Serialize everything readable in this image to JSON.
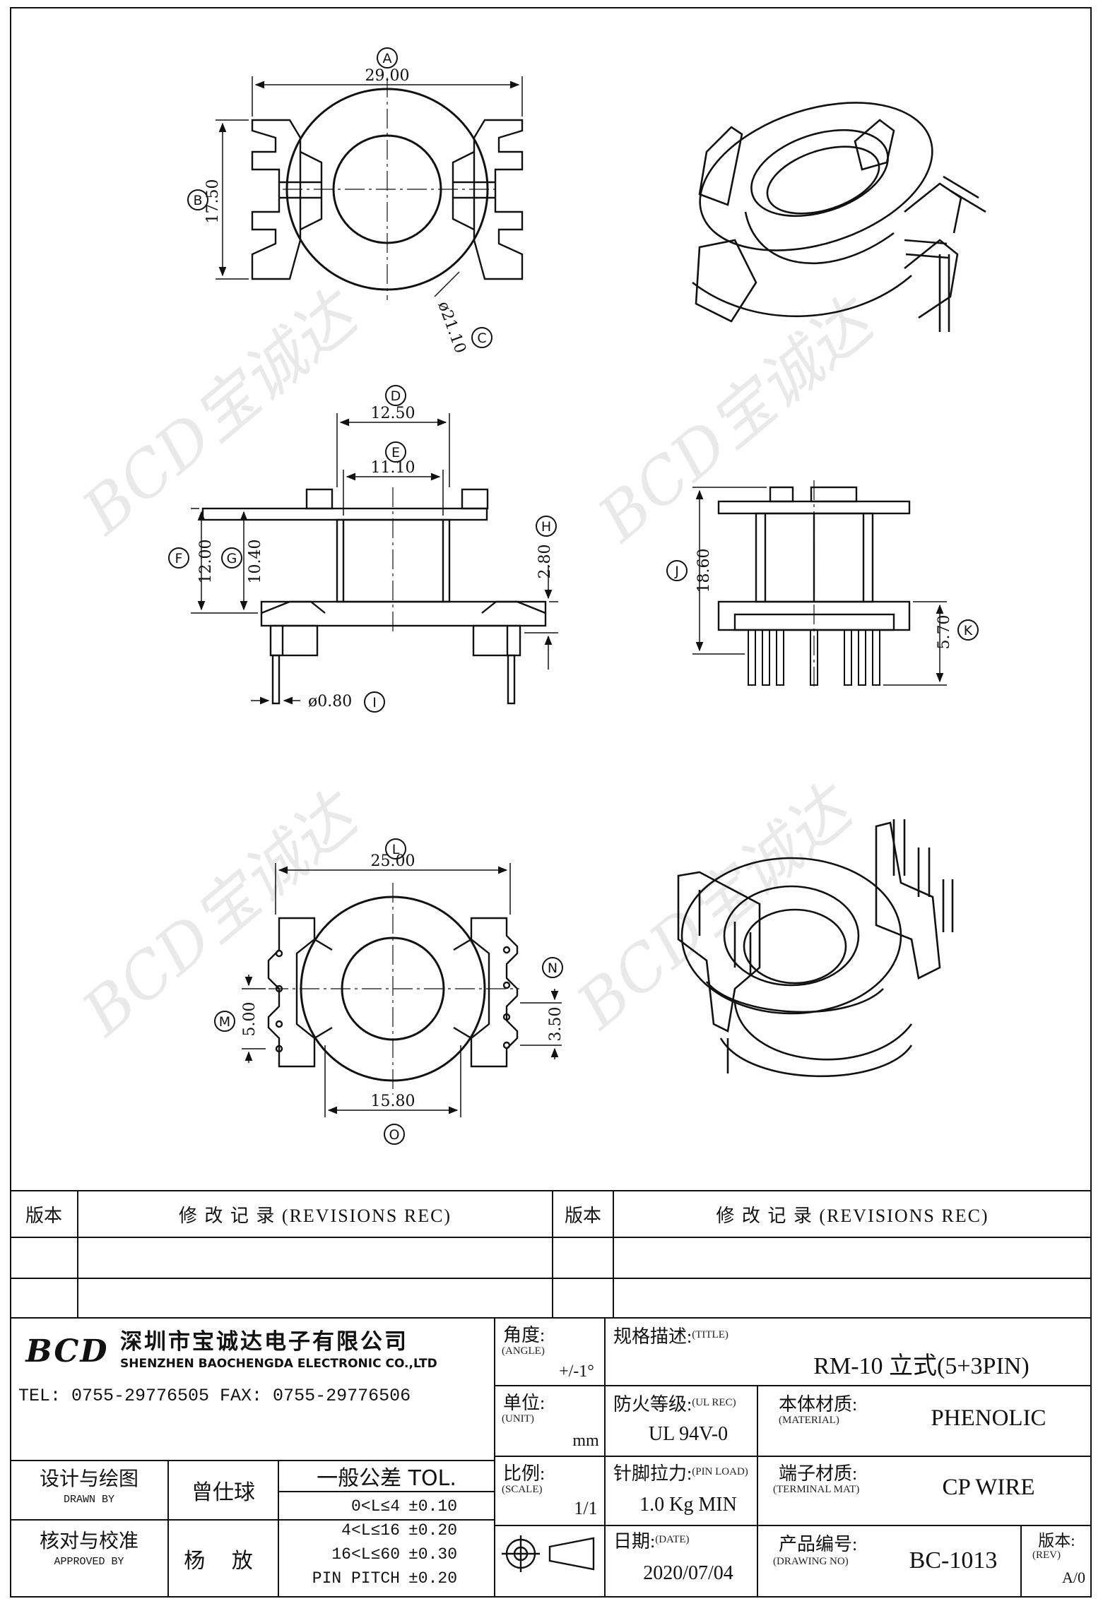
{
  "dims": {
    "A": {
      "letter": "A",
      "value": "29.00"
    },
    "B": {
      "letter": "B",
      "value": "17.50"
    },
    "C": {
      "letter": "C",
      "value": "ø21.10"
    },
    "D": {
      "letter": "D",
      "value": "12.50"
    },
    "E": {
      "letter": "E",
      "value": "11.10"
    },
    "F": {
      "letter": "F",
      "value": "12.00"
    },
    "G": {
      "letter": "G",
      "value": "10.40"
    },
    "H": {
      "letter": "H",
      "value": "2.80"
    },
    "I": {
      "letter": "I",
      "value": "ø0.80"
    },
    "J": {
      "letter": "J",
      "value": "18.60"
    },
    "K": {
      "letter": "K",
      "value": "5.70"
    },
    "L": {
      "letter": "L",
      "value": "25.00"
    },
    "M": {
      "letter": "M",
      "value": "5.00"
    },
    "N": {
      "letter": "N",
      "value": "3.50"
    },
    "O": {
      "letter": "O",
      "value": "15.80"
    }
  },
  "watermark": {
    "text": "BCD宝诚达"
  },
  "revisions": {
    "left_version_header": "版本",
    "left_record_header": "修 改 记 录 (REVISIONS REC)",
    "right_version_header": "版本",
    "right_record_header": "修 改 记 录 (REVISIONS REC)"
  },
  "company": {
    "logo": "BCD",
    "name_cn": "深圳市宝诚达电子有限公司",
    "name_en": "SHENZHEN BAOCHENGDA ELECTRONIC CO.,LTD",
    "contact": "TEL: 0755-29776505  FAX: 0755-29776506"
  },
  "fields": {
    "angle_label": "角度:",
    "angle_sub": "(ANGLE)",
    "angle_value": "+/-1°",
    "unit_label": "单位:",
    "unit_sub": "(UNIT)",
    "unit_value": "mm",
    "scale_label": "比例:",
    "scale_sub": "(SCALE)",
    "scale_value": "1/1",
    "title_label": "规格描述:",
    "title_sub": "(TITLE)",
    "title_value": "RM-10 立式(5+3PIN)",
    "ul_label": "防火等级:",
    "ul_sub": "(UL REC)",
    "ul_value": "UL 94V-0",
    "material_label": "本体材质:",
    "material_sub": "(MATERIAL)",
    "material_value": "PHENOLIC",
    "pinload_label": "针脚拉力:",
    "pinload_sub": "(PIN LOAD)",
    "pinload_value": "1.0 Kg MIN",
    "terminal_label": "端子材质:",
    "terminal_sub": "(TERMINAL MAT)",
    "terminal_value": "CP WIRE",
    "date_label": "日期:",
    "date_sub": "(DATE)",
    "date_value": "2020/07/04",
    "drawing_label": "产品编号:",
    "drawing_sub": "(DRAWING NO)",
    "drawing_value": "BC-1013",
    "rev_label": "版本:",
    "rev_sub": "(REV)",
    "rev_value": "A/0"
  },
  "people": {
    "drawn_label": "设计与绘图",
    "drawn_sub": "DRAWN BY",
    "drawn_name": "曾仕球",
    "approved_label": "核对与校准",
    "approved_sub": "APPROVED BY",
    "approved_name": "杨 放"
  },
  "tolerance": {
    "title": "一般公差 TOL.",
    "rows": [
      {
        "range": "0<L≤4",
        "value": "±0.10"
      },
      {
        "range": "4<L≤16",
        "value": "±0.20"
      },
      {
        "range": "16<L≤60",
        "value": "±0.30"
      },
      {
        "range": "PIN PITCH",
        "value": "±0.20"
      }
    ]
  }
}
